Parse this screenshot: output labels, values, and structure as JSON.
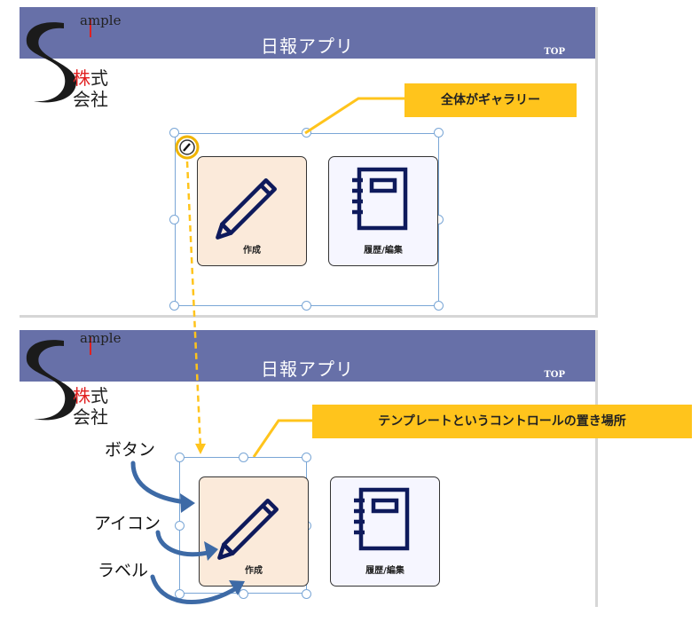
{
  "app": {
    "title": "日報アプリ",
    "nav_top": "TOP",
    "logo": {
      "ample": "ample",
      "line1_red": "株",
      "line1": "式",
      "line2": "会社"
    }
  },
  "top_panel": {
    "callout": "全体がギャラリー",
    "buttons": [
      {
        "label": "作成",
        "icon": "pencil-icon"
      },
      {
        "label": "履歴/編集",
        "icon": "notebook-icon"
      }
    ]
  },
  "bottom_panel": {
    "callout": "テンプレートというコントロールの置き場所",
    "buttons": [
      {
        "label": "作成",
        "icon": "pencil-icon"
      },
      {
        "label": "履歴/編集",
        "icon": "notebook-icon"
      }
    ],
    "annotations": [
      "ボタン",
      "アイコン",
      "ラベル"
    ]
  },
  "colors": {
    "header": "#6770a8",
    "callout": "#ffc41c",
    "selection": "#7aa6d6",
    "create_card": "#fbeada",
    "history_card": "#f6f6ff",
    "arrow_blue": "#3d6aa6",
    "icon_navy": "#0e1a5c"
  }
}
